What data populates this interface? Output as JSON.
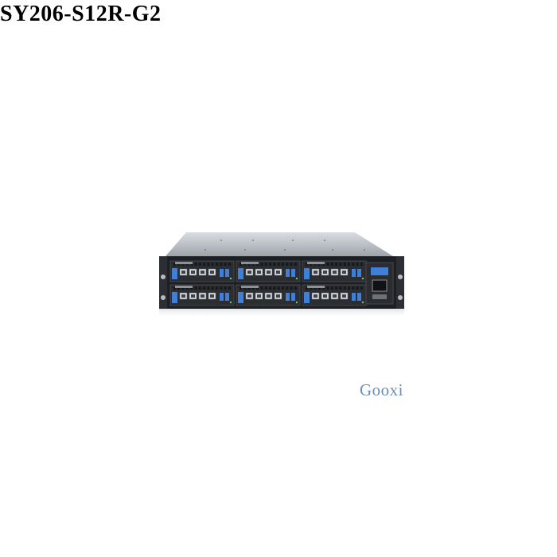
{
  "title": "SY206-S12R-G2",
  "brand": {
    "text": "Gooxi",
    "color": "#6a8fb5"
  },
  "image": {
    "subject": "server-chassis",
    "node_bays": 6,
    "bay_accent_color": "#3f7fd6",
    "chassis_color": "#1e1f22"
  }
}
